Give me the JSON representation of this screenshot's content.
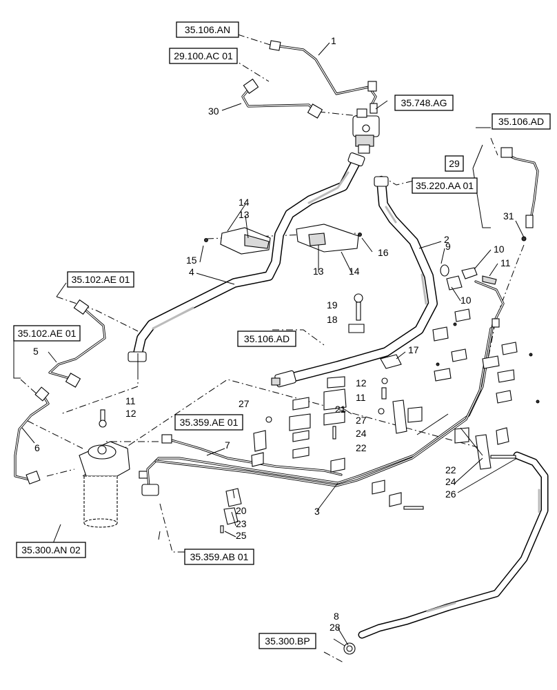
{
  "ref_boxes": {
    "r1": "35.106.AN",
    "r2": "29.100.AC 01",
    "r3": "35.748.AG",
    "r4": "35.106.AD",
    "r5": "29",
    "r6": "35.220.AA 01",
    "r7": "35.102.AE 01",
    "r8": "35.102.AE 01",
    "r9": "35.106.AD",
    "r10": "35.359.AE 01",
    "r11": "35.300.AN 02",
    "r12": "35.359.AB 01",
    "r13": "35.300.BP"
  },
  "callouts": {
    "c1": "1",
    "c30": "30",
    "c14a": "14",
    "c13a": "13",
    "c15": "15",
    "c4": "4",
    "c13b": "13",
    "c14b": "14",
    "c16": "16",
    "c2": "2",
    "c9": "9",
    "c10a": "10",
    "c11a": "11",
    "c10b": "10",
    "c31": "31",
    "c19": "19",
    "c18": "18",
    "c17": "17",
    "c5": "5",
    "c6": "6",
    "c11b": "11",
    "c12a": "12",
    "c27a": "27",
    "c12b": "12",
    "c11c": "11",
    "c21": "21",
    "c27b": "27",
    "c24a": "24",
    "c22a": "22",
    "c7": "7",
    "c20": "20",
    "c23": "23",
    "c25": "25",
    "c3": "3",
    "c22b": "22",
    "c24b": "24",
    "c26": "26",
    "c8": "8",
    "c28": "28"
  }
}
